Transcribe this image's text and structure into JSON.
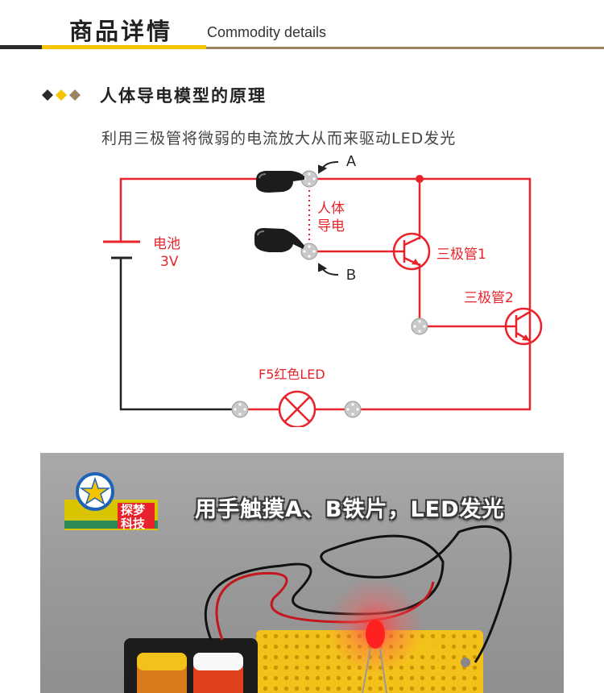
{
  "header": {
    "title_cn": "商品详情",
    "title_en": "Commodity details"
  },
  "section": {
    "title": "人体导电模型的原理",
    "description": "利用三极管将微弱的电流放大从而来驱动LED发光"
  },
  "circuit": {
    "point_a": "A",
    "point_b": "B",
    "body_conduct_line1": "人体",
    "body_conduct_line2": "导电",
    "battery_line1": "电池",
    "battery_line2": "3V",
    "transistor1": "三极管1",
    "transistor2": "三极管2",
    "led_label": "F5红色LED",
    "colors": {
      "wire_red": "#e8232b",
      "wire_black": "#222222",
      "node": "#c9c9c9"
    }
  },
  "photo": {
    "caption": "用手触摸A、B铁片，LED发光",
    "logo_line1": "探梦",
    "logo_line2": "科技"
  }
}
